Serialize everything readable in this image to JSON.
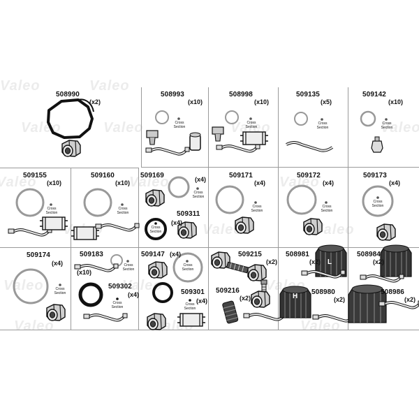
{
  "watermark": "Valeo",
  "cross_section_label": [
    "Cross",
    "Section"
  ],
  "cap_letters": {
    "low": "L",
    "high": "H"
  },
  "row1": [
    {
      "part": "508990",
      "qty": "(x2)"
    },
    {
      "part": "508993",
      "qty": "(x10)"
    },
    {
      "part": "508998",
      "qty": "(x10)"
    },
    {
      "part": "509135",
      "qty": "(x5)"
    },
    {
      "part": "509142",
      "qty": "(x10)"
    }
  ],
  "row2": [
    {
      "part": "509155",
      "qty": "(x10)"
    },
    {
      "part": "509160",
      "qty": "(x10)"
    },
    {
      "part": "509169",
      "qty": "(x4)"
    },
    {
      "part": "509311",
      "qty": "(x4)"
    },
    {
      "part": "509171",
      "qty": "(x4)"
    },
    {
      "part": "509172",
      "qty": "(x4)"
    },
    {
      "part": "509173",
      "qty": "(x4)"
    }
  ],
  "row3": [
    {
      "part": "509174",
      "qty": "(x4)"
    },
    {
      "part": "509183",
      "qty": "(x10)"
    },
    {
      "part": "509302",
      "qty": "(x4)"
    },
    {
      "part": "509147",
      "qty": "(x4)"
    },
    {
      "part": "509301",
      "qty": "(x4)"
    },
    {
      "part": "509215",
      "qty": "(x2)"
    },
    {
      "part": "509216",
      "qty": "(x2)"
    },
    {
      "part": "508981",
      "qty": "(x2)"
    },
    {
      "part": "508980",
      "qty": "(x2)"
    },
    {
      "part": "508984",
      "qty": "(x2)"
    },
    {
      "part": "508986",
      "qty": "(x2)"
    }
  ]
}
